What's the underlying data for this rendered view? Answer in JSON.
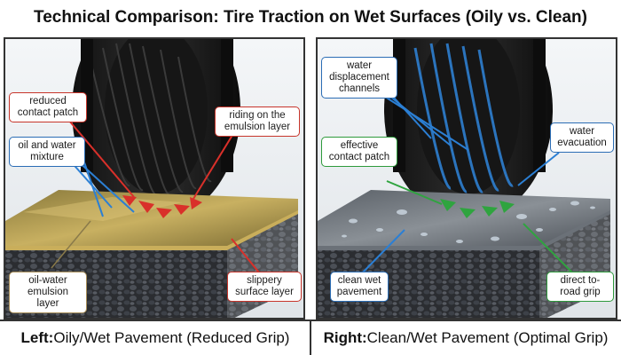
{
  "title": "Technical Comparison: Tire Traction on Wet Surfaces (Oily vs. Clean)",
  "left_panel": {
    "callouts": {
      "reduced_contact_patch": "reduced contact patch",
      "riding_on_emulsion": "riding on the emulsion layer",
      "oil_water_mixture": "oil and water mixture",
      "oil_water_emulsion_layer": "oil-water emulsion layer",
      "slippery_surface_layer": "slippery surface layer"
    },
    "caption_bold": "Left:",
    "caption_rest": " Oily/Wet Pavement (Reduced Grip)"
  },
  "right_panel": {
    "callouts": {
      "water_displacement_channels": "water displacement channels",
      "water_evacuation": "water evacuation",
      "effective_contact_patch": "effective contact patch",
      "clean_wet_pavement": "clean wet pavement",
      "direct_to_road_grip": "direct to-road grip"
    },
    "caption_bold": "Right:",
    "caption_rest": " Clean/Wet Pavement (Optimal Grip)"
  },
  "colors": {
    "red": "#d9302a",
    "blue": "#2b7fd4",
    "green": "#2fa43f",
    "oil": "#b59a4a",
    "tire": "#1c1c1c"
  }
}
